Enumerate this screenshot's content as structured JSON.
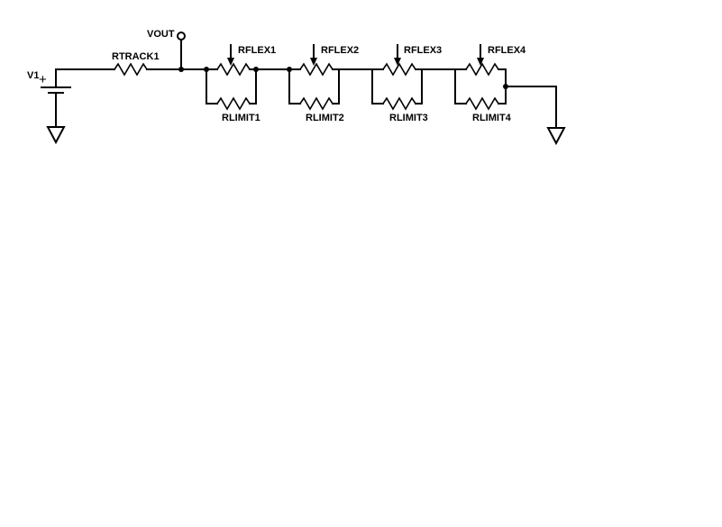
{
  "schematic": {
    "source": {
      "name": "V1",
      "polarity": "+"
    },
    "track_resistor": {
      "name": "RTRACK1"
    },
    "output_node": {
      "name": "VOUT"
    },
    "flex_resistors": [
      "RFLEX1",
      "RFLEX2",
      "RFLEX3",
      "RFLEX4"
    ],
    "limit_resistors": [
      "RLIMIT1",
      "RLIMIT2",
      "RLIMIT3",
      "RLIMIT4"
    ]
  }
}
